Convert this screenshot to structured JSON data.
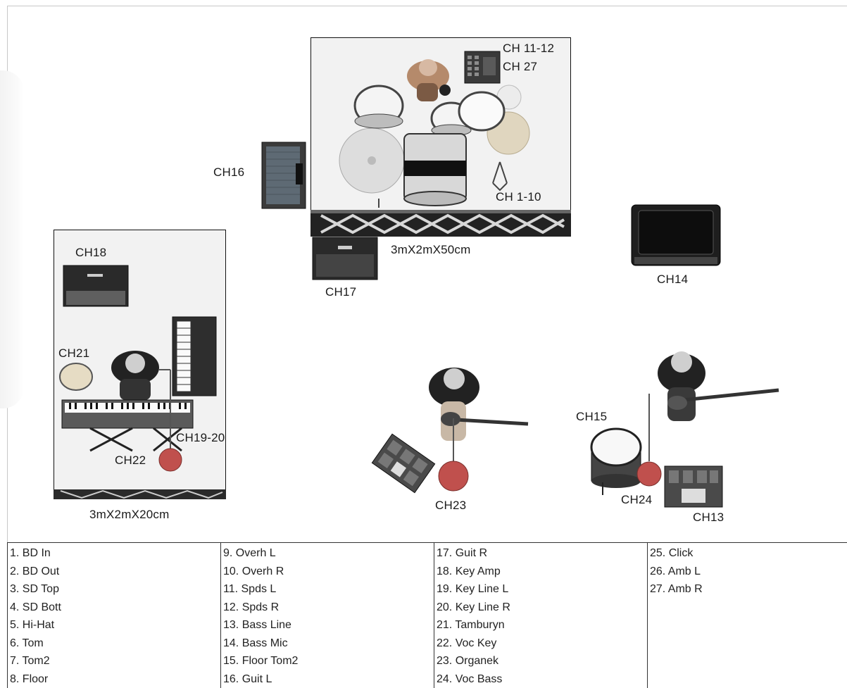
{
  "stage_labels": {
    "drum_channels_a": "CH 11-12",
    "drum_channels_b": "CH 27",
    "drum_kit": "CH 1-10",
    "guitar_amp_left": "CH16",
    "guitar_amp_right": "CH17",
    "bass_amp": "CH14",
    "key_amp": "CH18",
    "tambourine": "CH21",
    "keys_line": "CH19-20",
    "voc_key": "CH22",
    "organek": "CH23",
    "floor_tom2": "CH15",
    "voc_bass": "CH24",
    "bass_line": "CH13",
    "drum_riser_size": "3mX2mX50cm",
    "key_riser_size": "3mX2mX20cm"
  },
  "legend": {
    "columns": [
      [
        "1. BD In",
        "2. BD Out",
        "3. SD Top",
        "4. SD Bott",
        "5. Hi-Hat",
        "6. Tom",
        "7. Tom2",
        "8. Floor"
      ],
      [
        "9. Overh L",
        "10. Overh R",
        "11. Spds L",
        "12. Spds R",
        "13. Bass Line",
        "14. Bass Mic",
        "15. Floor Tom2",
        "16. Guit L"
      ],
      [
        "17. Guit R",
        "18. Key Amp",
        "19. Key Line L",
        "20. Key Line R",
        "21. Tamburyn",
        "22. Voc Key",
        "23. Organek",
        "24. Voc Bass"
      ],
      [
        "25. Click",
        "26. Amb L",
        "27. Amb R"
      ]
    ]
  },
  "colors": {
    "riser_fill": "#f2f2f2",
    "amp_body": "#2a2a2a",
    "mic_stand_base": "#c0504d",
    "cymbal": "#e8e0c8"
  }
}
